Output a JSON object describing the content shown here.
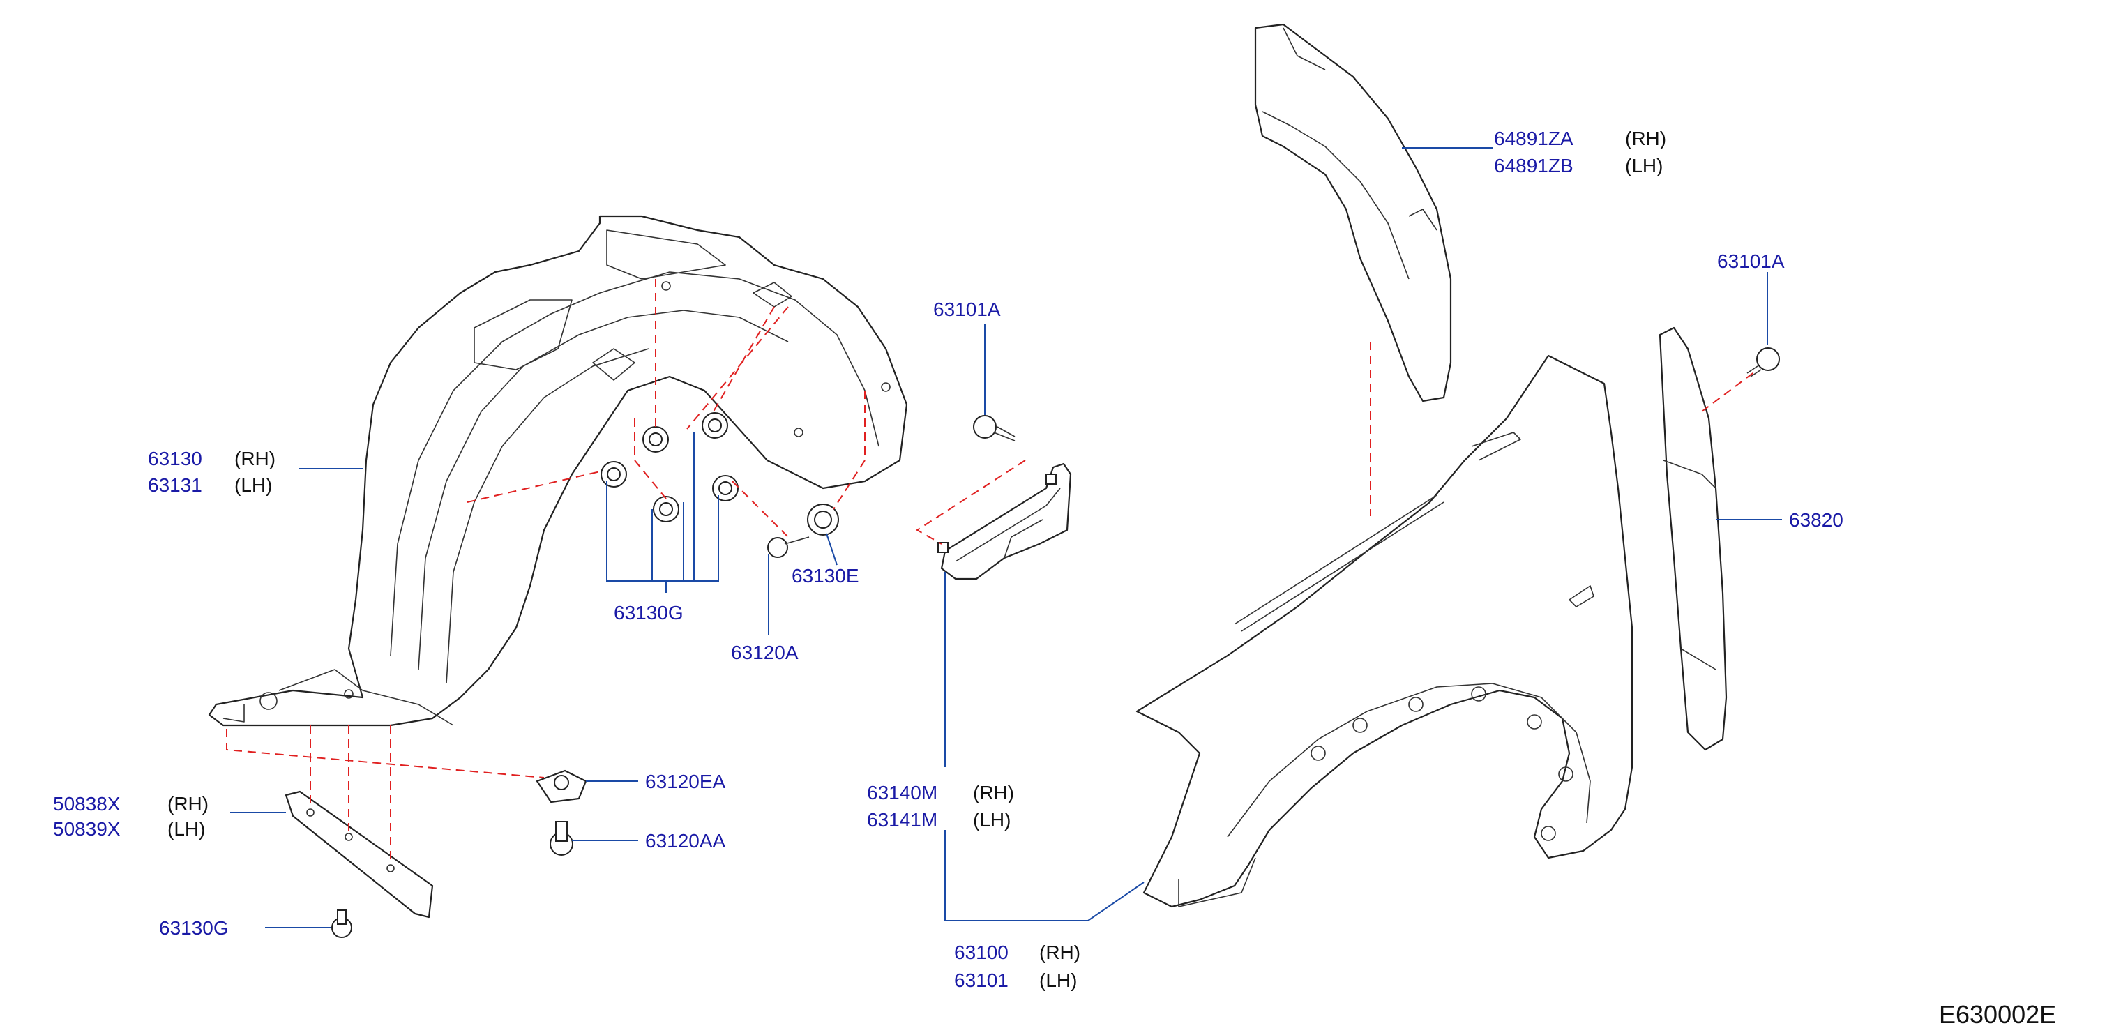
{
  "diagram_code": "E630002E",
  "colors": {
    "part_number": "#1a1aa6",
    "leader_line": "#1a4aa6",
    "dashed_link": "#e02020",
    "outline": "#222222"
  },
  "labels": {
    "l63130": {
      "number": "63130",
      "side": "(RH)"
    },
    "l63131": {
      "number": "63131",
      "side": "(LH)"
    },
    "l63130g_a": {
      "number": "63130G"
    },
    "l63120a": {
      "number": "63120A"
    },
    "l63130e": {
      "number": "63130E"
    },
    "l63101a_a": {
      "number": "63101A"
    },
    "l63140m": {
      "number": "63140M",
      "side": "(RH)"
    },
    "l63141m": {
      "number": "63141M",
      "side": "(LH)"
    },
    "l63100": {
      "number": "63100",
      "side": "(RH)"
    },
    "l63101": {
      "number": "63101",
      "side": "(LH)"
    },
    "l64891za": {
      "number": "64891ZA",
      "side": "(RH)"
    },
    "l64891zb": {
      "number": "64891ZB",
      "side": "(LH)"
    },
    "l63101a_b": {
      "number": "63101A"
    },
    "l63820": {
      "number": "63820"
    },
    "l50838x": {
      "number": "50838X",
      "side": "(RH)"
    },
    "l50839x": {
      "number": "50839X",
      "side": "(LH)"
    },
    "l63120ea": {
      "number": "63120EA"
    },
    "l63120aa": {
      "number": "63120AA"
    },
    "l63130g_b": {
      "number": "63130G"
    }
  }
}
